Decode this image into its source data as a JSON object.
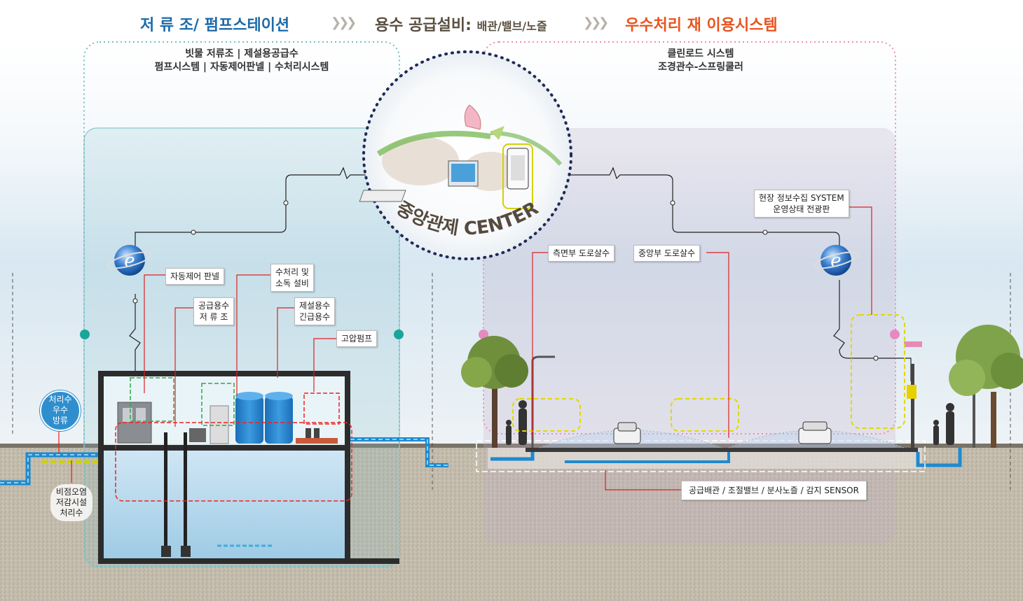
{
  "header": {
    "title_left": "저 류 조/ 펌프스테이션",
    "title_mid_main": "용수 공급설비:",
    "title_mid_sub": "배관/밸브/노즐",
    "title_right": "우수처리 재 이용시스템",
    "colors": {
      "left": "#1d6aa8",
      "mid": "#5a4f40",
      "right": "#e8541f"
    }
  },
  "left_panel": {
    "subtitle_line1": "빗물 저류조 | 제설용공급수",
    "subtitle_line2": "펌프시스템 | 자동제어판넬 | 수처리시스템"
  },
  "right_panel": {
    "subtitle_line1": "클린로드 시스템",
    "subtitle_line2": "조경관수-스프링쿨러"
  },
  "center": {
    "label": "중앙관제 CENTER"
  },
  "labels": {
    "auto_panel": "자동제어 판넬",
    "water_treatment_1": "수처리 및",
    "water_treatment_2": "소독 설비",
    "supply_tank_1": "공급용수",
    "supply_tank_2": "저 류 조",
    "snow_water_1": "제설용수",
    "snow_water_2": "긴급용수",
    "hp_pump": "고압펌프",
    "side_spray": "측면부 도로살수",
    "center_spray": "중앙부 도로살수",
    "site_info_1": "현장 정보수집 SYSTEM",
    "site_info_2": "운영상태 전광판",
    "pipe_desc": "공급배관 / 조절밸브 / 분사노즐 / 감지 SENSOR",
    "discharge_1": "처리수",
    "discharge_2": "우수",
    "discharge_3": "방류",
    "nps_1": "비점오염",
    "nps_2": "저감시설",
    "nps_3": "처리수"
  }
}
